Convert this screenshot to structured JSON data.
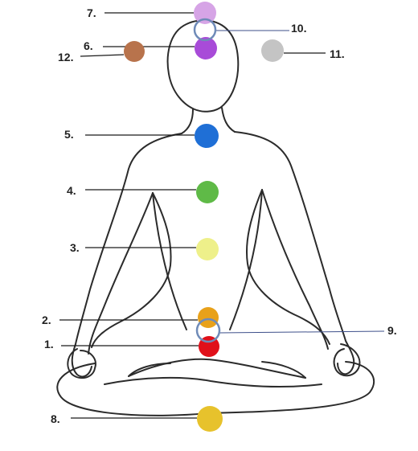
{
  "points": [
    {
      "id": "p1",
      "label": "1.",
      "color": "#e0101a",
      "ring": false
    },
    {
      "id": "p2",
      "label": "2.",
      "color": "#e8a11a",
      "ring": false
    },
    {
      "id": "p3",
      "label": "3.",
      "color": "#eef08a",
      "ring": false
    },
    {
      "id": "p4",
      "label": "4.",
      "color": "#5fba47",
      "ring": false
    },
    {
      "id": "p5",
      "label": "5.",
      "color": "#1f6fd6",
      "ring": false
    },
    {
      "id": "p6",
      "label": "6.",
      "color": "#a84bd8",
      "ring": false
    },
    {
      "id": "p7",
      "label": "7.",
      "color": "#d6a4e6",
      "ring": false
    },
    {
      "id": "p8",
      "label": "8.",
      "color": "#e7c22c",
      "ring": false
    },
    {
      "id": "p9",
      "label": "9.",
      "color": "#6f8bb8",
      "ring": true
    },
    {
      "id": "p10",
      "label": "10.",
      "color": "#6f8bb8",
      "ring": true
    },
    {
      "id": "p11",
      "label": "11.",
      "color": "#c4c4c4",
      "ring": false
    },
    {
      "id": "p12",
      "label": "12.",
      "color": "#b8734c",
      "ring": false
    }
  ]
}
